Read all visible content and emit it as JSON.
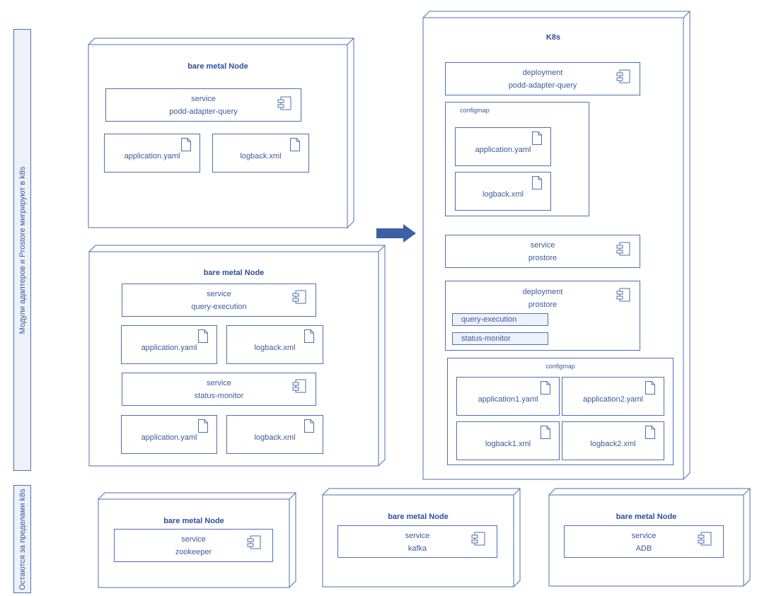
{
  "lanes": {
    "top_label": "Модули адаптеров и Prostore мигрируют в k8s",
    "bottom_label": "Остаются за пределами k8s"
  },
  "node1": {
    "title": "bare metal Node",
    "service_type": "service",
    "service_name": "podd-adapter-query",
    "file1": "application.yaml",
    "file2": "logback.xml"
  },
  "node2": {
    "title": "bare metal Node",
    "svc1_type": "service",
    "svc1_name": "query-execution",
    "svc1_file1": "application.yaml",
    "svc1_file2": "logback.xml",
    "svc2_type": "service",
    "svc2_name": "status-monitor",
    "svc2_file1": "application.yaml",
    "svc2_file2": "logback.xml"
  },
  "k8s": {
    "title": "K8s",
    "deploy1_type": "deployment",
    "deploy1_name": "podd-adapter-query",
    "configmap1_label": "configmap",
    "cm1_file1": "application.yaml",
    "cm1_file2": "logback.xml",
    "service_type": "service",
    "service_name": "prostore",
    "deploy2_type": "deployment",
    "deploy2_name": "prostore",
    "chip1": "query-execution",
    "chip2": "status-monitor",
    "configmap2_label": "configmap",
    "cm2_file1": "application1.yaml",
    "cm2_file2": "application2.yaml",
    "cm2_file3": "logback1.xml",
    "cm2_file4": "logback2.xml"
  },
  "bottom_nodes": [
    {
      "title": "bare metal Node",
      "service_type": "service",
      "service_name": "zookeeper"
    },
    {
      "title": "bare metal Node",
      "service_type": "service",
      "service_name": "kafka"
    },
    {
      "title": "bare metal Node",
      "service_type": "service",
      "service_name": "ADB"
    }
  ],
  "colors": {
    "line": "#4d6fae",
    "text": "#3a5a9c",
    "arrow": "#3d5fa6",
    "lane_fill": "#eef1fa"
  }
}
